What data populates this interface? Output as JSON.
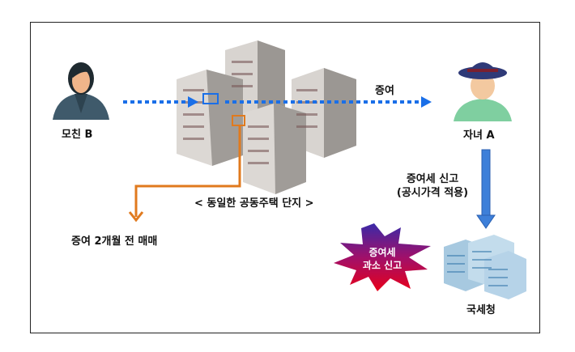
{
  "mother_label": "모친 B",
  "child_label": "자녀 A",
  "gift_label": "증여",
  "complex_label": "< 동일한 공동주택 단지 >",
  "sale_label": "증여 2개월 전 매매",
  "report_label_line1": "증여세 신고",
  "report_label_line2": "(공시가격 적용)",
  "burst_line1": "증여세",
  "burst_line2": "과소 신고",
  "tax_office_label": "국세청",
  "colors": {
    "blue_arrow": "#1a6fe8",
    "orange_arrow": "#e07a1e",
    "down_arrow": "#3d7fd9"
  }
}
